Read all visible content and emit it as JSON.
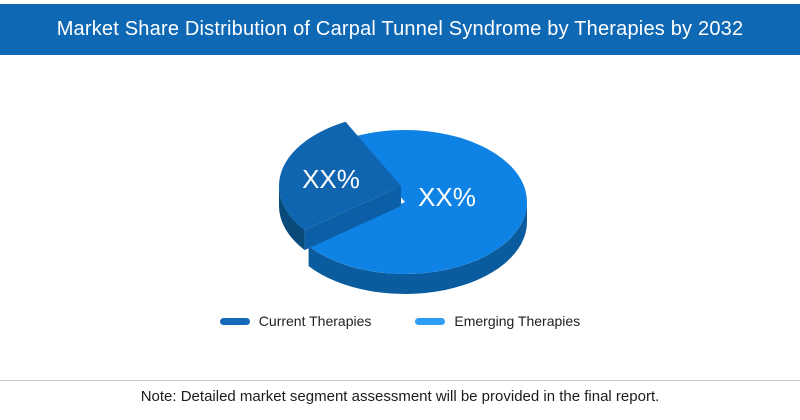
{
  "header": {
    "title": "Market Share Distribution of Carpal Tunnel Syndrome by Therapies by 2032",
    "bg_color": "#0F68B4",
    "text_color": "#FFFFFF"
  },
  "chart_data": {
    "type": "pie",
    "style": "3d exploded pie",
    "title": "Market Share Distribution of Carpal Tunnel Syndrome by Therapies by 2032",
    "legend_position": "bottom",
    "data_labels_shown": [
      "XX%",
      "XX%"
    ],
    "slices": [
      {
        "name": "Current Therapies",
        "label": "XX%",
        "visual_percent": 28,
        "exploded": true,
        "top_color": "#1065B0",
        "side_color": "#0A4A7A",
        "cut_color": "#0C5FA6"
      },
      {
        "name": "Emerging Therapies",
        "label": "XX%",
        "visual_percent": 72,
        "exploded": false,
        "top_color": "#0E83E5",
        "side_color": "#0B5C9E"
      }
    ],
    "legend": [
      {
        "label": "Current Therapies",
        "color": "#1569B6"
      },
      {
        "label": "Emerging Therapies",
        "color": "#2E9DF5"
      }
    ]
  },
  "note": {
    "text": "Note: Detailed market segment assessment will be provided in the final report."
  }
}
